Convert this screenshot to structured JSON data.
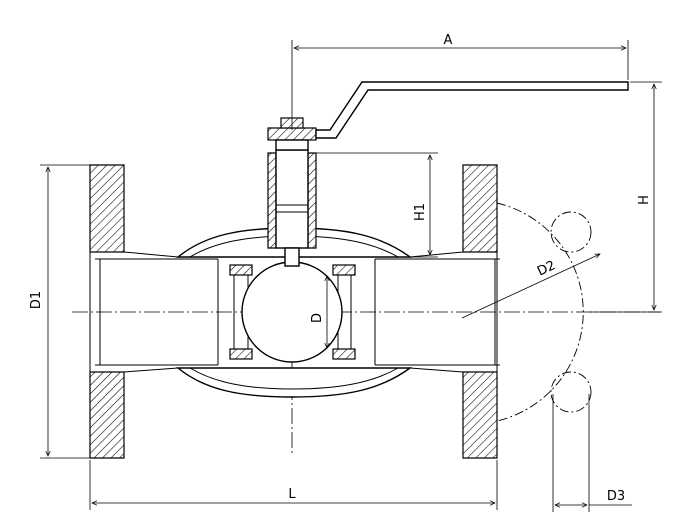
{
  "dimensions": {
    "A": "A",
    "H": "H",
    "H1": "H1",
    "D1": "D1",
    "D2": "D2",
    "D": "D",
    "L": "L",
    "D3": "D3"
  }
}
